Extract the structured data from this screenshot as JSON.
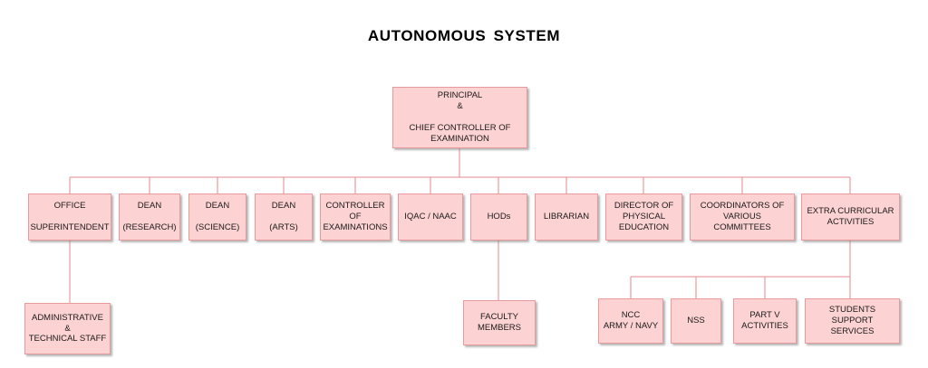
{
  "title": "AUTONOMOUS  SYSTEM",
  "colors": {
    "box_fill": "#fcd2d3",
    "box_border": "#e89a9c",
    "connector": "#e58a8c"
  },
  "nodes": {
    "principal": "PRINCIPAL\n&\n\nCHIEF CONTROLLER OF\nEXAMINATION",
    "office_superintendent": "OFFICE\n\nSUPERINTENDENT",
    "dean_research": "DEAN\n\n(RESEARCH)",
    "dean_science": "DEAN\n\n(SCIENCE)",
    "dean_arts": "DEAN\n\n(ARTS)",
    "controller_of_examinations": "CONTROLLER\nOF\nEXAMINATIONS",
    "iqac_naac": "IQAC / NAAC",
    "hods": "HODs",
    "librarian": "LIBRARIAN",
    "director_physical_education": "DIRECTOR OF\nPHYSICAL\nEDUCATION",
    "coordinators": "COORDINATORS  OF\nVARIOUS  COMMITTEES",
    "extra_curricular": "EXTRA CURRICULAR\nACTIVITIES",
    "admin_technical_staff": "ADMINISTRATIVE\n&\nTECHNICAL STAFF",
    "faculty_members": "FACULTY\nMEMBERS",
    "ncc": "NCC\nARMY / NAVY",
    "nss": "NSS",
    "part_v": "PART  V\nACTIVITIES",
    "students_support": "STUDENTS SUPPORT\nSERVICES"
  }
}
